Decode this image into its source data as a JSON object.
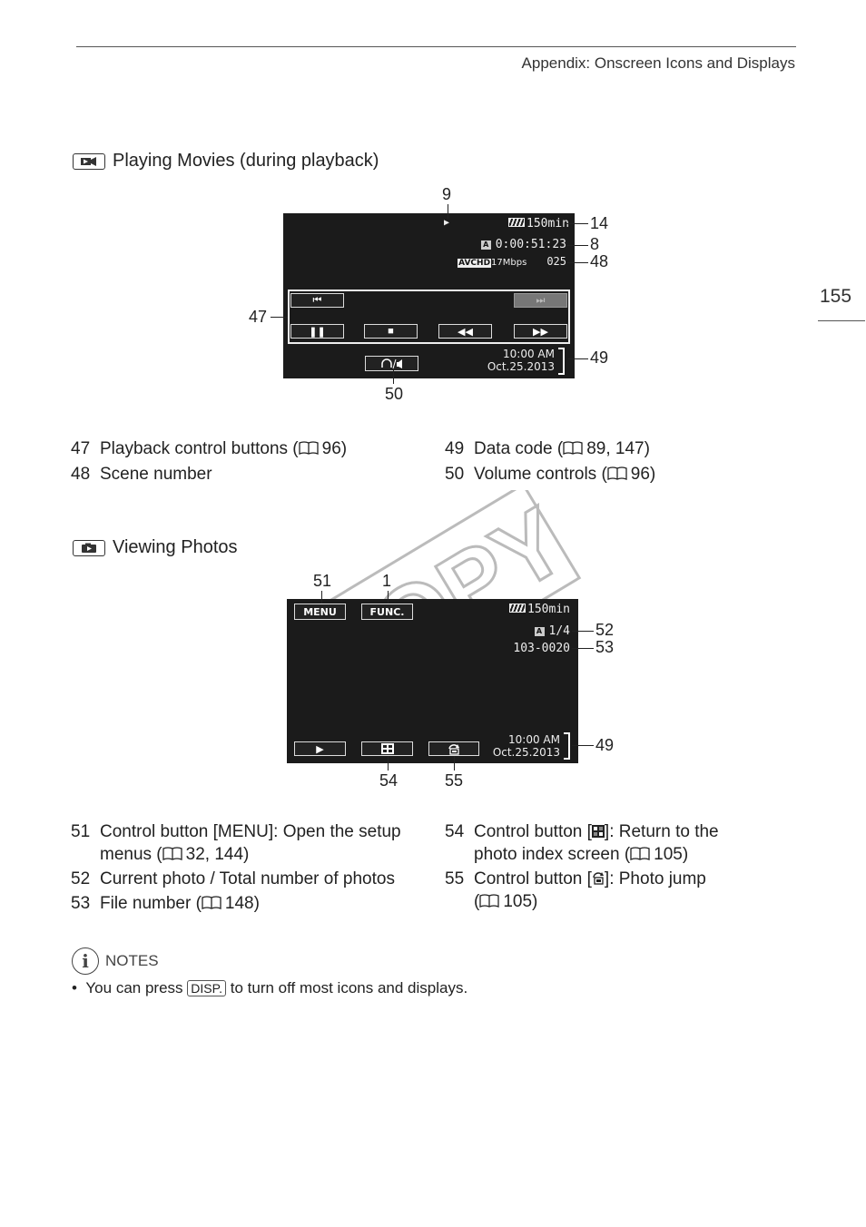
{
  "header": {
    "section": "Appendix: Onscreen Icons and Displays",
    "page_number": "155"
  },
  "movies": {
    "title": "Playing Movies (during playback)",
    "screen": {
      "battery": "150min",
      "time_code": "0:00:51:23",
      "avchd": "AVCHD",
      "bitrate": "17Mbps",
      "scene": "025",
      "date_time": "10:00 AM",
      "date": "Oct.25.2013"
    },
    "callouts": {
      "c9": "9",
      "c14": "14",
      "c8": "8",
      "c48": "48",
      "c47": "47",
      "c49": "49",
      "c50": "50"
    },
    "items": [
      {
        "num": "47",
        "text": "Playback control buttons (",
        "ref": "96)"
      },
      {
        "num": "48",
        "text": "Scene number",
        "ref": ""
      },
      {
        "num": "49",
        "text": "Data code (",
        "ref": "89, 147)"
      },
      {
        "num": "50",
        "text": "Volume controls (",
        "ref": "96)"
      }
    ]
  },
  "photos": {
    "title": "Viewing Photos",
    "screen": {
      "menu": "MENU",
      "func": "FUNC.",
      "battery": "150min",
      "photo_count": "1/4",
      "file_number": "103-0020",
      "date_time": "10:00 AM",
      "date": "Oct.25.2013"
    },
    "callouts": {
      "c51": "51",
      "c1": "1",
      "c52": "52",
      "c53": "53",
      "c49": "49",
      "c54": "54",
      "c55": "55"
    },
    "items": [
      {
        "num": "51",
        "line1": "Control button [MENU]: Open the setup",
        "line2": "menus (",
        "ref": "32, 144)"
      },
      {
        "num": "52",
        "line1": "Current photo / Total number of photos"
      },
      {
        "num": "53",
        "line1": "File number (",
        "ref": "148)"
      },
      {
        "num": "54",
        "line1a": "Control button [",
        "line1b": "]: Return to the",
        "line2": "photo index screen (",
        "ref": "105)"
      },
      {
        "num": "55",
        "line1a": "Control button [",
        "line1b": "]: Photo jump",
        "line2": "(",
        "ref": "105)"
      }
    ]
  },
  "notes": {
    "heading": "NOTES",
    "bullet_before": "You can press",
    "key": "DISP.",
    "bullet_after": "to turn off most icons and displays."
  },
  "watermark": "COPY",
  "icons": [
    "movie-playback-mode-icon",
    "photo-playback-mode-icon",
    "book-reference-icon",
    "info-icon",
    "battery-icon",
    "index-icon",
    "photo-jump-icon"
  ]
}
